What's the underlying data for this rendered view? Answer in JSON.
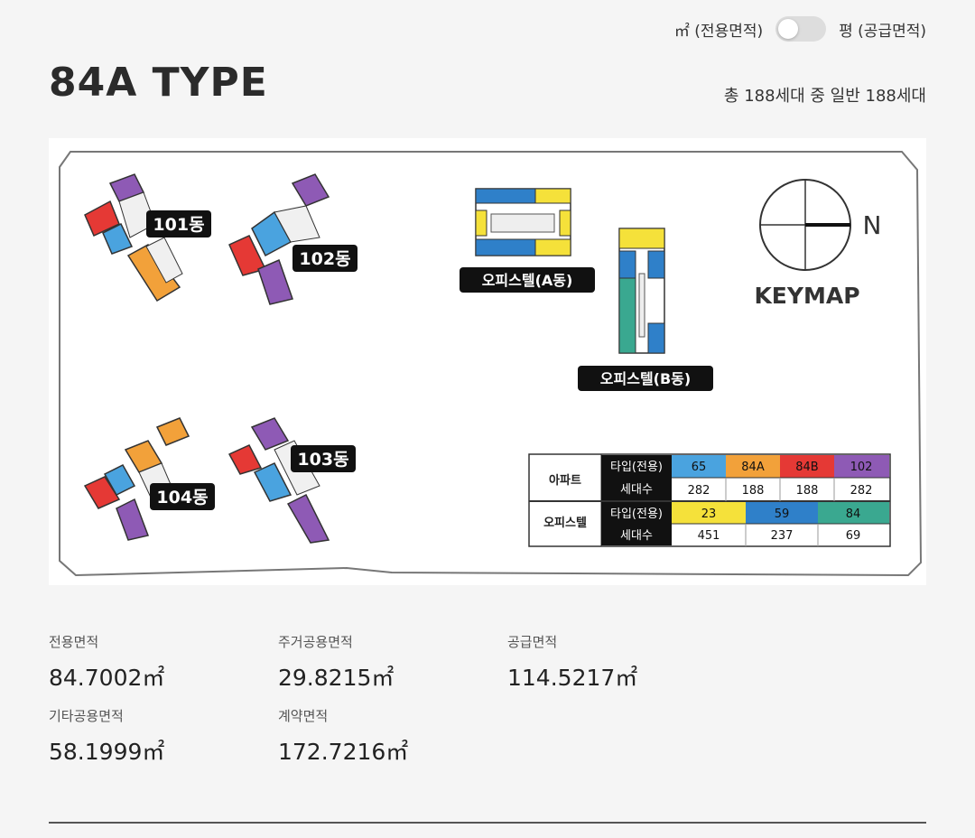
{
  "unit_toggle": {
    "left_label": "㎡ (전용면적)",
    "right_label": "평 (공급면적)",
    "state": "off"
  },
  "title": "84A TYPE",
  "household_summary": "총 188세대 중 일반 188세대",
  "keymap": {
    "label": "KEYMAP",
    "compass": "N",
    "buildings": [
      "101동",
      "102동",
      "103동",
      "104동",
      "오피스텔(A동)",
      "오피스텔(B동)"
    ],
    "colors": {
      "red": "#e53935",
      "purple": "#8e5ab5",
      "orange": "#f2a13a",
      "blue": "#4aa3df",
      "yellow": "#f5e13a",
      "teal": "#3aa890"
    },
    "legend": {
      "apt_label": "아파트",
      "officetel_label": "오피스텔",
      "type_header": "타입(전용)",
      "units_header": "세대수",
      "apt_types": [
        "65",
        "84A",
        "84B",
        "102"
      ],
      "apt_units": [
        "282",
        "188",
        "188",
        "282"
      ],
      "off_types": [
        "23",
        "59",
        "84"
      ],
      "off_units": [
        "451",
        "237",
        "69"
      ]
    }
  },
  "areas": [
    {
      "label": "전용면적",
      "value": "84.7002㎡"
    },
    {
      "label": "주거공용면적",
      "value": "29.8215㎡"
    },
    {
      "label": "공급면적",
      "value": "114.5217㎡"
    },
    {
      "label": "기타공용면적",
      "value": "58.1999㎡"
    },
    {
      "label": "계약면적",
      "value": "172.7216㎡"
    }
  ]
}
